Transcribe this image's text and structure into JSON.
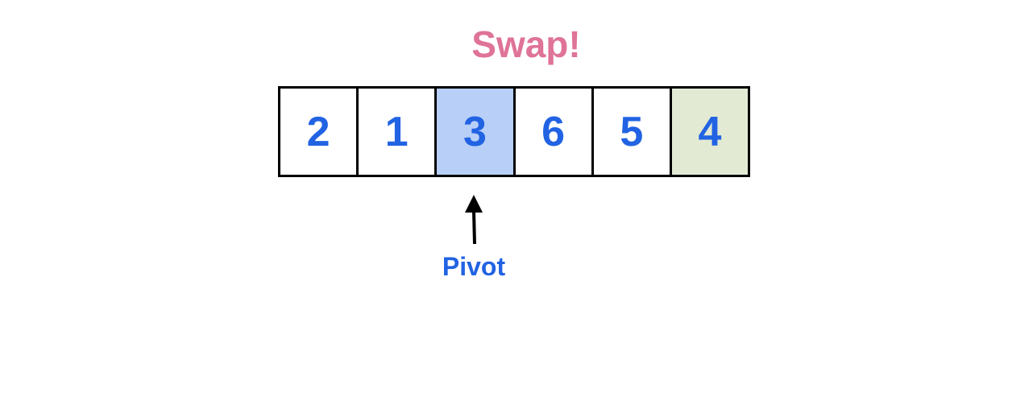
{
  "title": "Swap!",
  "title_color": "#df7398",
  "number_color": "#2163e3",
  "cells": [
    {
      "value": "2",
      "fill": "#ffffff"
    },
    {
      "value": "1",
      "fill": "#ffffff"
    },
    {
      "value": "3",
      "fill": "#b8cff7"
    },
    {
      "value": "6",
      "fill": "#ffffff"
    },
    {
      "value": "5",
      "fill": "#ffffff"
    },
    {
      "value": "4",
      "fill": "#e2ead3"
    }
  ],
  "pointer": {
    "label": "Pivot",
    "target_index": 2
  }
}
